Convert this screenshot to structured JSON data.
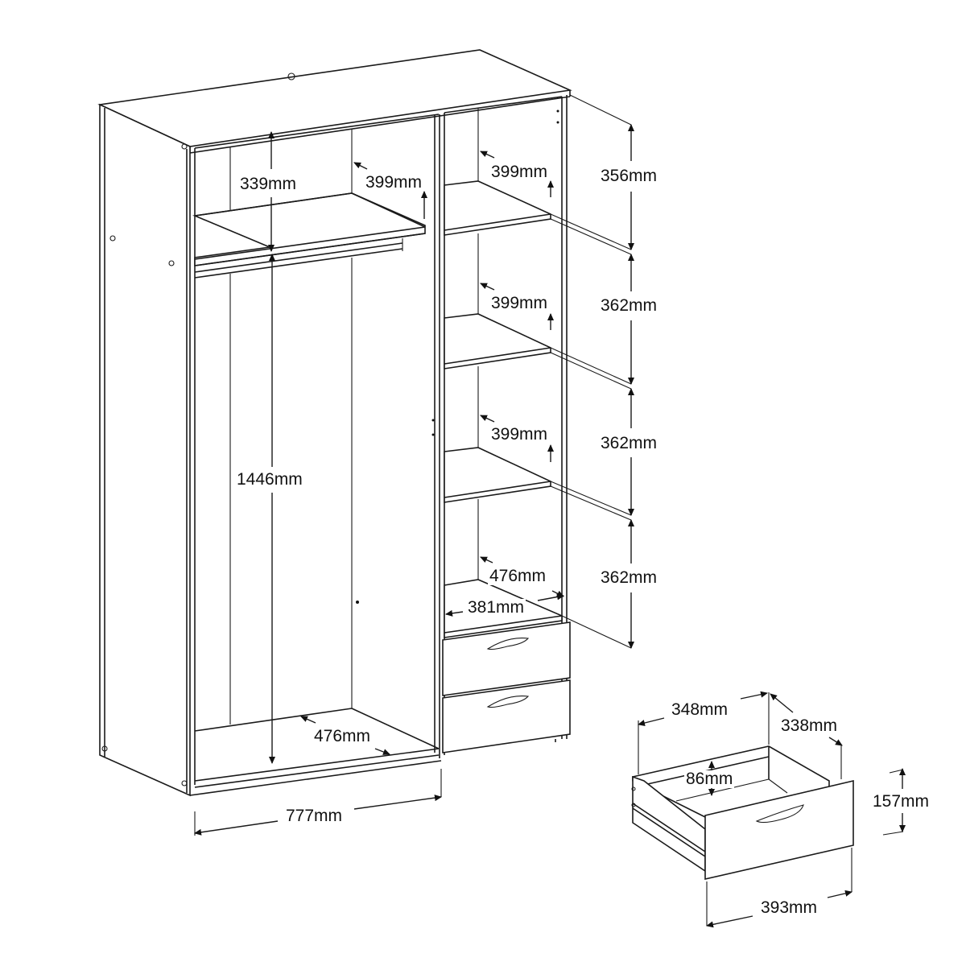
{
  "diagram": {
    "subject": "Wardrobe with hanging section, shelves and two drawers",
    "wardrobe": {
      "hanging_section": {
        "top_shelf_height": "339mm",
        "top_shelf_depth": "399mm",
        "hanging_height": "1446mm",
        "bottom_depth": "476mm",
        "width": "777mm"
      },
      "shelf_section": {
        "shelf_depths": [
          "399mm",
          "399mm",
          "399mm"
        ],
        "compartment_heights": [
          "356mm",
          "362mm",
          "362mm",
          "362mm"
        ],
        "bottom_compartment_depth": "476mm",
        "inner_width": "381mm"
      }
    },
    "drawer": {
      "inner_width": "348mm",
      "depth": "338mm",
      "inner_height": "86mm",
      "front_height": "157mm",
      "front_width": "393mm"
    }
  }
}
